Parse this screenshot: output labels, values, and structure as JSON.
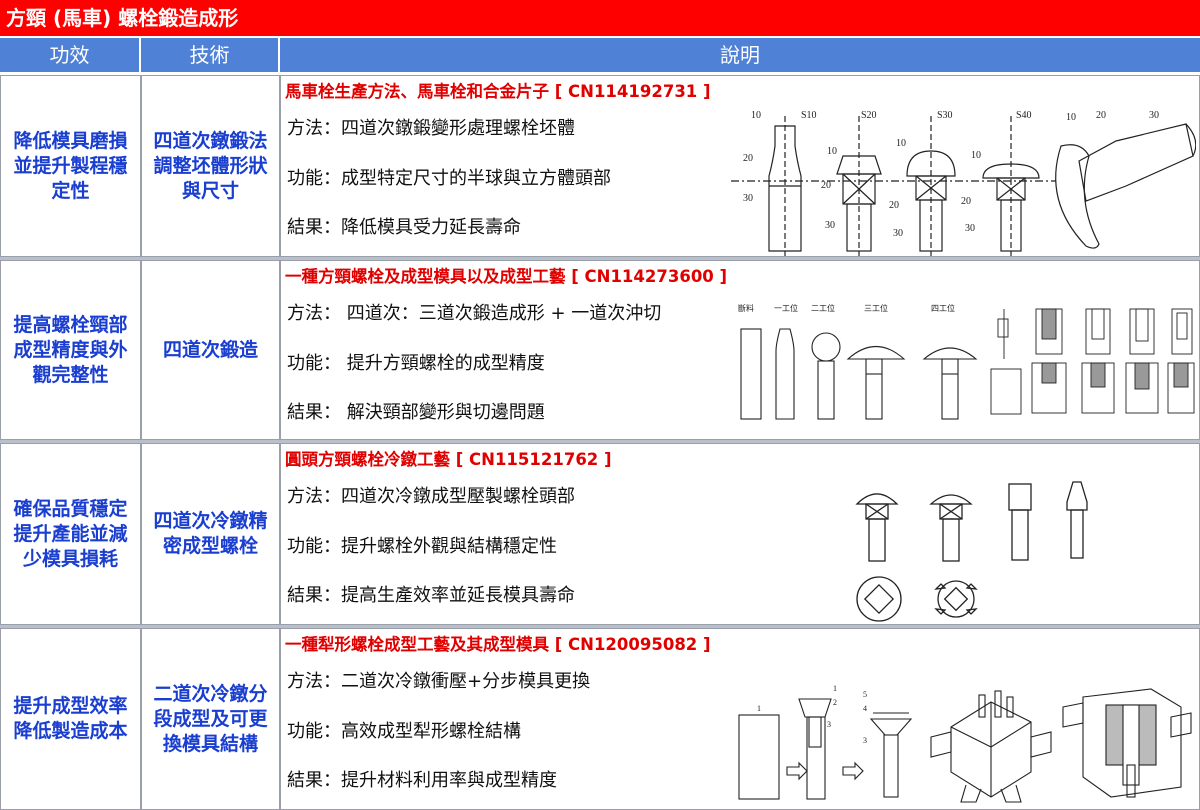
{
  "page": {
    "title": "方頸 (馬車) 螺栓鍛造成形"
  },
  "headers": {
    "effect": "功效",
    "tech": "技術",
    "desc": "說明"
  },
  "rows": [
    {
      "effect": "降低模具磨損\n並提升製程穩\n定性",
      "tech": "四道次鐓鍛法\n調整坯體形狀\n與尺寸",
      "patent": "馬車栓生產方法、馬車栓和合金片子 [ CN114192731 ]",
      "method": "方法：四道次鐓鍛變形處理螺栓坯體",
      "function": "功能：成型特定尺寸的半球與立方體頭部",
      "result": "結果：降低模具受力延長壽命",
      "figure_labels": [
        "10",
        "S10",
        "S20",
        "S30",
        "S40",
        "10",
        "20",
        "30",
        "20",
        "30",
        "10",
        "20",
        "30",
        "10",
        "20",
        "30",
        "10",
        "20",
        "30"
      ]
    },
    {
      "effect": "提高螺栓頸部\n成型精度與外\n觀完整性",
      "tech": "四道次鍛造",
      "patent": "一種方頸螺栓及成型模具以及成型工藝 [ CN114273600 ]",
      "method": "方法： 四道次：三道次鍛造成形 + 一道次沖切",
      "function": "功能： 提升方頸螺栓的成型精度",
      "result": "結果： 解決頸部變形與切邊問題",
      "figure_labels": [
        "斷料",
        "一工位",
        "二工位",
        "三工位",
        "四工位"
      ]
    },
    {
      "effect": "確保品質穩定\n提升產能並減\n少模具損耗",
      "tech": "四道次冷鐓精\n密成型螺栓",
      "patent": "圓頭方頸螺栓冷鐓工藝 [ CN115121762 ]",
      "method": "方法：四道次冷鐓成型壓製螺栓頭部",
      "function": "功能：提升螺栓外觀與結構穩定性",
      "result": "結果：提高生產效率並延長模具壽命",
      "figure_labels": []
    },
    {
      "effect": "提升成型效率\n降低製造成本",
      "tech": "二道次冷鐓分\n段成型及可更\n換模具結構",
      "patent": "一種犁形螺栓成型工藝及其成型模具 [ CN120095082 ]",
      "method": "方法：二道次冷鐓衝壓+分步模具更換",
      "function": "功能：高效成型犁形螺栓結構",
      "result": "結果：提升材料利用率與成型精度",
      "figure_labels": [
        "1",
        "1",
        "2",
        "3",
        "5",
        "4",
        "3"
      ]
    }
  ],
  "colors": {
    "title_bg": "#ff0000",
    "header_bg": "#4f81d7",
    "label_blue": "#1a3fd0",
    "patent_red": "#e00000"
  }
}
